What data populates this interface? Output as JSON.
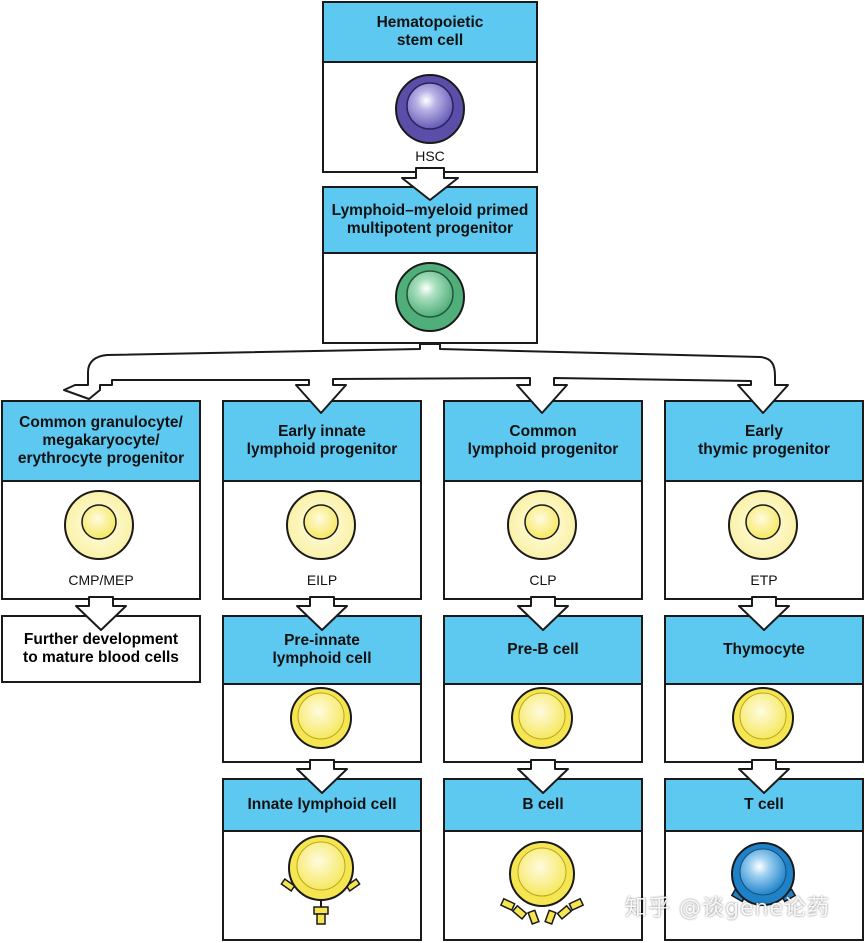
{
  "nodes": {
    "hsc": {
      "title": "Hematopoietic\nstem cell",
      "label": "HSC"
    },
    "lmpp": {
      "title": "Lymphoid–myeloid primed\nmultipotent progenitor"
    },
    "cmp": {
      "title": "Common granulocyte/\nmegakaryocyte/\nerythrocyte progenitor",
      "label": "CMP/MEP"
    },
    "further": {
      "title": "Further development\nto mature blood cells"
    },
    "eilp": {
      "title": "Early innate\nlymphoid progenitor",
      "label": "EILP"
    },
    "clp": {
      "title": "Common\nlymphoid progenitor",
      "label": "CLP"
    },
    "etp": {
      "title": "Early\nthymic progenitor",
      "label": "ETP"
    },
    "pre_ilc": {
      "title": "Pre-innate\nlymphoid cell"
    },
    "pre_b": {
      "title": "Pre-B cell"
    },
    "thymocyte": {
      "title": "Thymocyte"
    },
    "ilc": {
      "title": "Innate lymphoid cell"
    },
    "b_cell": {
      "title": "B cell"
    },
    "t_cell": {
      "title": "T cell"
    }
  },
  "colors": {
    "header": "#5dc9f1",
    "hsc_cell": "#5b4ea8",
    "lmpp_cell": "#4fae7a",
    "yellow_cell": "#f5e651",
    "t_cell": "#1f82c7"
  },
  "watermark": "知乎 @谈gene论药"
}
